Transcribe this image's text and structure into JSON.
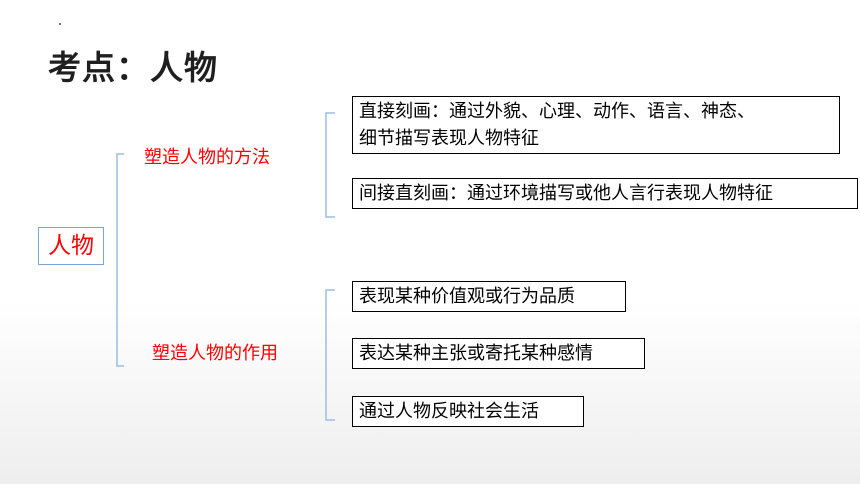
{
  "title": "考点：人物",
  "root": "人物",
  "branches": [
    {
      "label": "塑造人物的方法",
      "items": [
        {
          "lines": [
            "直接刻画：通过外貌、心理、动作、语言、神态、",
            "细节描写表现人物特征"
          ]
        },
        {
          "lines": [
            "间接直刻画：通过环境描写或他人言行表现人物特征"
          ]
        }
      ]
    },
    {
      "label": "塑造人物的作用",
      "items": [
        {
          "lines": [
            "表现某种价值观或行为品质"
          ]
        },
        {
          "lines": [
            "表达某种主张或寄托某种感情"
          ]
        },
        {
          "lines": [
            "通过人物反映社会生活"
          ]
        }
      ]
    }
  ],
  "colors": {
    "accent": "#ff0000",
    "bracket": "#9bbde3",
    "root_border": "#7aa6d6",
    "box_border": "#000000"
  }
}
